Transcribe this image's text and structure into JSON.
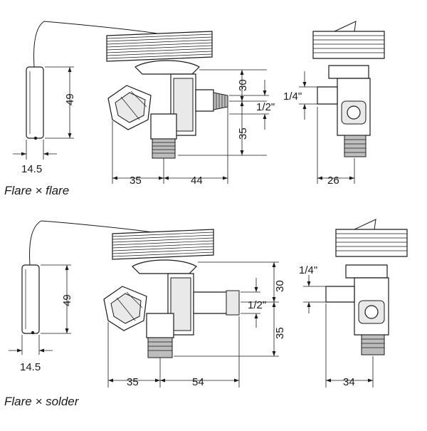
{
  "variants": [
    {
      "caption": "Flare × flare",
      "dims": {
        "bulb_width": "14.5",
        "bulb_height": "49",
        "inlet_length": "35",
        "outlet_length": "44",
        "upper_height": "30",
        "lower_height": "35",
        "outlet_size": "1/2\"",
        "equalizer_size": "1/4\"",
        "side_width": "26"
      }
    },
    {
      "caption": "Flare × solder",
      "dims": {
        "bulb_width": "14.5",
        "bulb_height": "49",
        "inlet_length": "35",
        "outlet_length": "54",
        "upper_height": "30",
        "lower_height": "35",
        "outlet_size": "1/2\"",
        "equalizer_size": "1/4\"",
        "side_width": "34"
      }
    }
  ]
}
